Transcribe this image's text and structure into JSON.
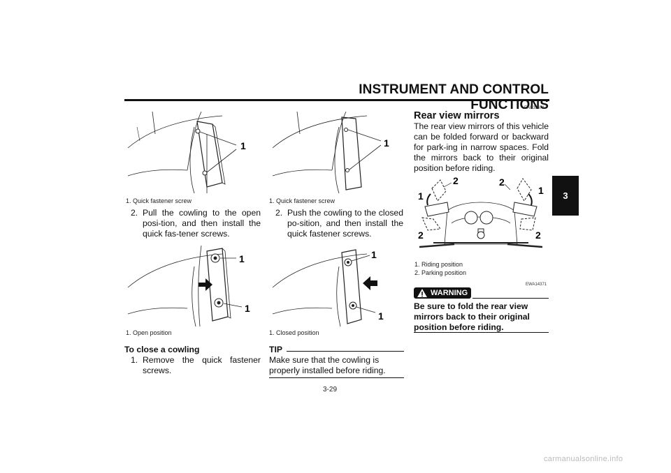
{
  "header": {
    "title": "INSTRUMENT AND CONTROL FUNCTIONS"
  },
  "chapter_tab": "3",
  "figures": {
    "fig1": {
      "callout": "1",
      "caption": "1. Quick fastener screw"
    },
    "fig2": {
      "callout": "1",
      "caption": "1. Quick fastener screw"
    },
    "fig3": {
      "callout_top": "1",
      "callout_bottom": "1",
      "caption": "1. Open position"
    },
    "fig4": {
      "callout_top": "1",
      "callout_bottom": "1",
      "caption": "1. Closed position"
    },
    "fig5": {
      "label_1": "1",
      "label_2": "2",
      "caption_1": "1. Riding position",
      "caption_2": "2. Parking position"
    }
  },
  "col1": {
    "step2_num": "2.",
    "step2_text": "Pull the cowling to the open posi-tion, and then install the quick fas-tener screws.",
    "close_heading": "To close a cowling",
    "step1_num": "1.",
    "step1_text": "Remove the quick fastener screws."
  },
  "col2": {
    "step2_num": "2.",
    "step2_text": "Push the cowling to the closed po-sition, and then install the quick fastener screws.",
    "tip_label": "TIP",
    "tip_text": "Make sure that the cowling is properly installed before riding."
  },
  "col3": {
    "code_mirrors": "EAU39671",
    "mirrors_heading": "Rear view mirrors",
    "mirrors_text": "The rear view mirrors of this vehicle can be folded forward or backward for park-ing in narrow spaces. Fold the mirrors back to their original position before riding.",
    "code_warning": "EWA14371",
    "warning_label": "WARNING",
    "warning_text": "Be sure to fold the rear view mirrors back to their original position before riding."
  },
  "footer": {
    "page": "3-29"
  },
  "watermark": "carmanualsonline.info"
}
